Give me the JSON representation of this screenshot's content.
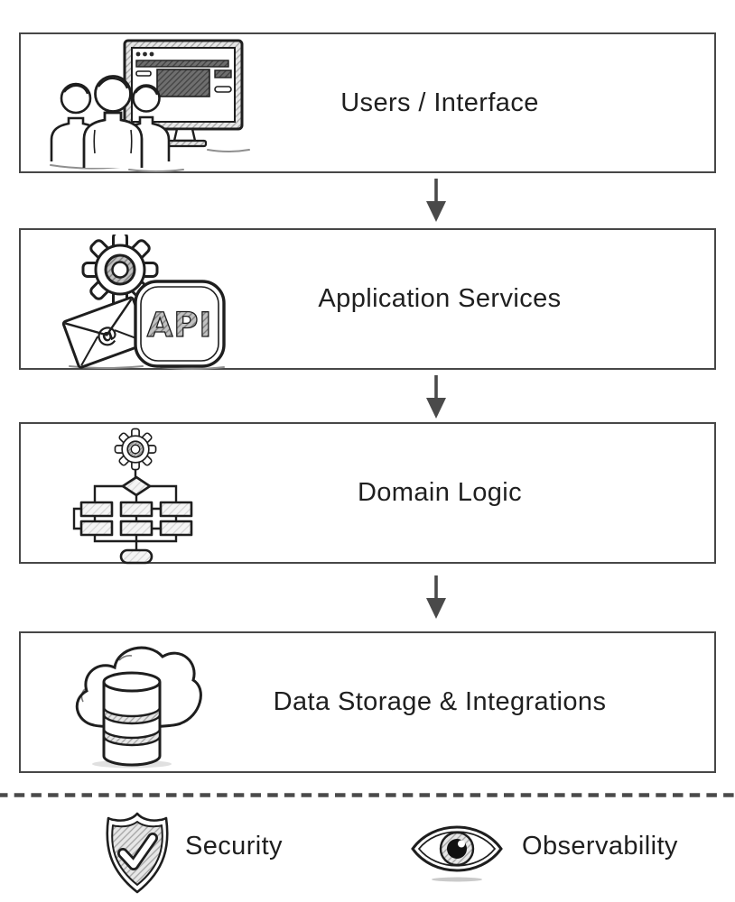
{
  "layers": [
    {
      "label": "Users / Interface",
      "icon": "users-monitor"
    },
    {
      "label": "Application Services",
      "icon": "gear-mail-api"
    },
    {
      "label": "Domain Logic",
      "icon": "gear-flowchart"
    },
    {
      "label": "Data Storage & Integrations",
      "icon": "cloud-database"
    }
  ],
  "legend": [
    {
      "label": "Security",
      "icon": "shield-check"
    },
    {
      "label": "Observability",
      "icon": "eye"
    }
  ],
  "icon_text": {
    "api": "API",
    "at": "@"
  },
  "colors": {
    "background": "#ffffff",
    "box_border": "#474747",
    "arrow": "#4a4a4a",
    "divider_dash": "#4a4a4a",
    "text": "#1f1f1f",
    "sketch_ink": "#1e1e1e"
  }
}
